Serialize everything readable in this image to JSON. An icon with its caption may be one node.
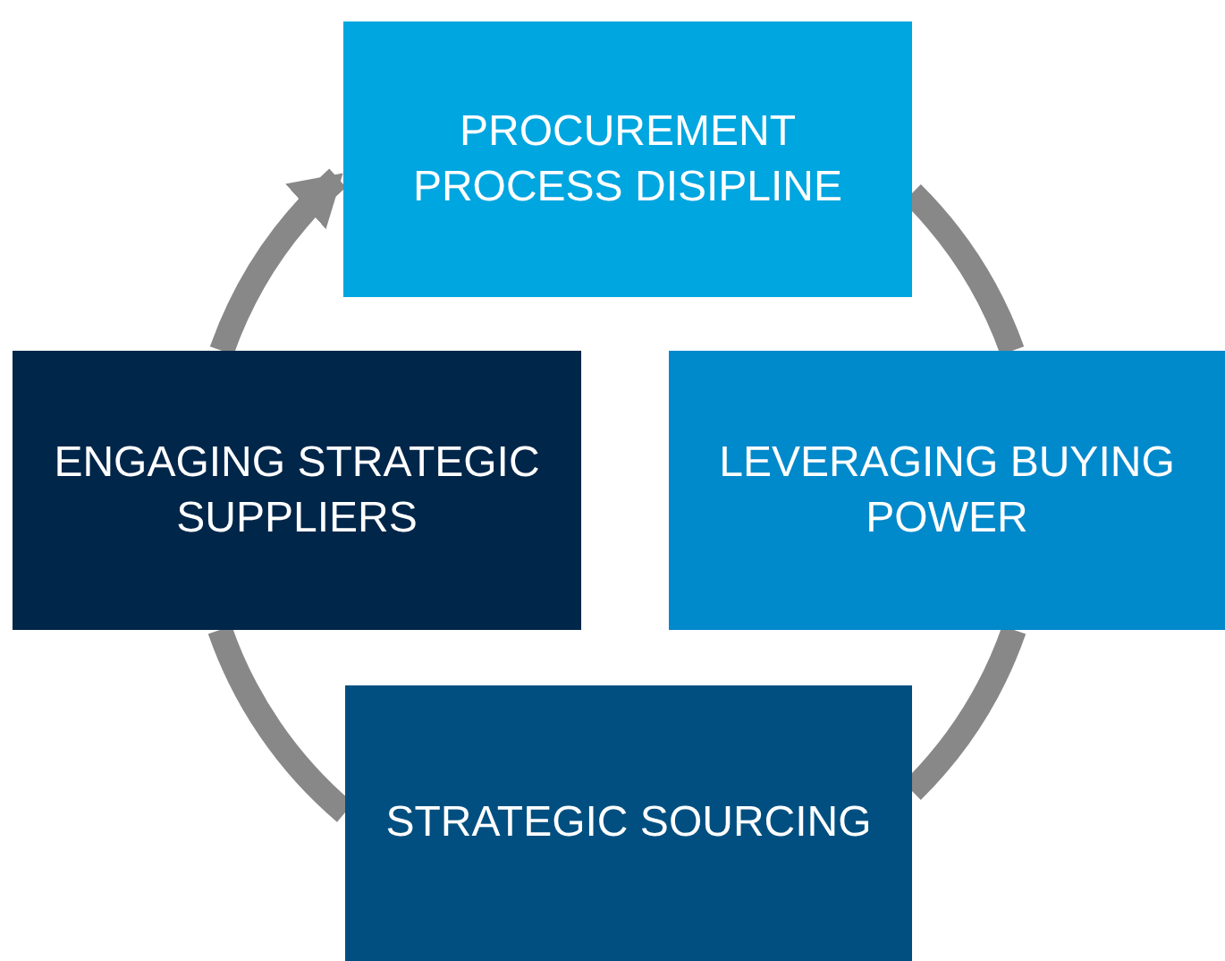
{
  "diagram": {
    "nodes": [
      {
        "text": [
          "PROCUREMENT PROCESS DISIPLINE"
        ]
      },
      {
        "text": [
          "LEVERAGING BUYING POWER"
        ]
      },
      {
        "text": [
          "STRATEGIC SOURCING"
        ]
      },
      {
        "text": [
          "ENGAGING STRATEGIC SUPPLIERS"
        ]
      }
    ],
    "edges": [
      {
        "from": 0,
        "to": 1,
        "arrow": "none"
      },
      {
        "from": 1,
        "to": 2,
        "arrow": "none"
      },
      {
        "from": 2,
        "to": 3,
        "arrow": "none"
      },
      {
        "from": 3,
        "to": 0,
        "arrow": "to"
      }
    ]
  }
}
